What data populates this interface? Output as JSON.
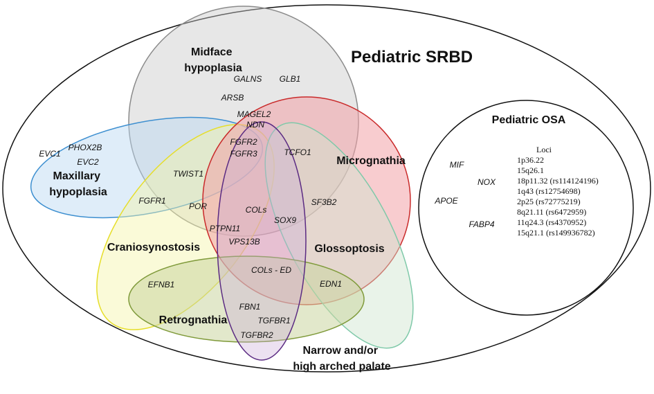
{
  "title": "Pediatric SRBD",
  "sets": {
    "midface": {
      "line1": "Midface",
      "line2": "hypoplasia",
      "fill": "#c9c9c9",
      "stroke": "#8a8a8a"
    },
    "maxillary": {
      "line1": "Maxillary",
      "line2": "hypoplasia",
      "fill": "#b9d8f2",
      "stroke": "#3d8fd0"
    },
    "micrognathia": {
      "label": "Micrognathia",
      "fill": "#f3a3a7",
      "stroke": "#c92a2a"
    },
    "craniosynostosis": {
      "label": "Craniosynostosis",
      "fill": "#f4f3a8",
      "stroke": "#e6de2a"
    },
    "glossoptosis": {
      "label": "Glossoptosis",
      "fill": "#cfe4cf",
      "stroke": "#7fc9a9"
    },
    "retrognathia": {
      "label": "Retrognathia",
      "fill": "#cbd6a1",
      "stroke": "#7f9a3a"
    },
    "palate": {
      "line1": "Narrow and/or",
      "line2": "high arched palate",
      "fill": "#c9a8d8",
      "stroke": "#5a2a82"
    }
  },
  "genes": {
    "galns": "GALNS",
    "glb1": "GLB1",
    "arsb": "ARSB",
    "magel2": "MAGEL2",
    "ndn": "NDN",
    "fgfr2": "FGFR2",
    "fgfr3": "FGFR3",
    "tcfo1": "TCFO1",
    "phox2b": "PHOX2B",
    "evc1": "EVC1",
    "evc2": "EVC2",
    "twist1": "TWIST1",
    "fgfr1": "FGFR1",
    "por": "POR",
    "cols": "COLs",
    "sf3b2": "SF3B2",
    "sox9": "SOX9",
    "ptpn11": "PTPN11",
    "vps13b": "VPS13B",
    "cols_ed": "COLs - ED",
    "efnb1": "EFNB1",
    "edn1": "EDN1",
    "fbn1": "FBN1",
    "tgfbr1": "TGFBR1",
    "tgfbr2": "TGFBR2"
  },
  "osa": {
    "title": "Pediatric OSA",
    "genes": {
      "mif": "MIF",
      "nox": "NOX",
      "apoe": "APOE",
      "fabp4": "FABP4"
    },
    "loci_header": "Loci",
    "loci": [
      "1p36.22",
      "15q26.1",
      "18p11.32 (rs114124196)",
      "1q43 (rs12754698)",
      "2p25 (rs72775219)",
      "8q21.11 (rs6472959)",
      "11q24.3 (rs4370952)",
      "15q21.1 (rs149936782)"
    ]
  }
}
